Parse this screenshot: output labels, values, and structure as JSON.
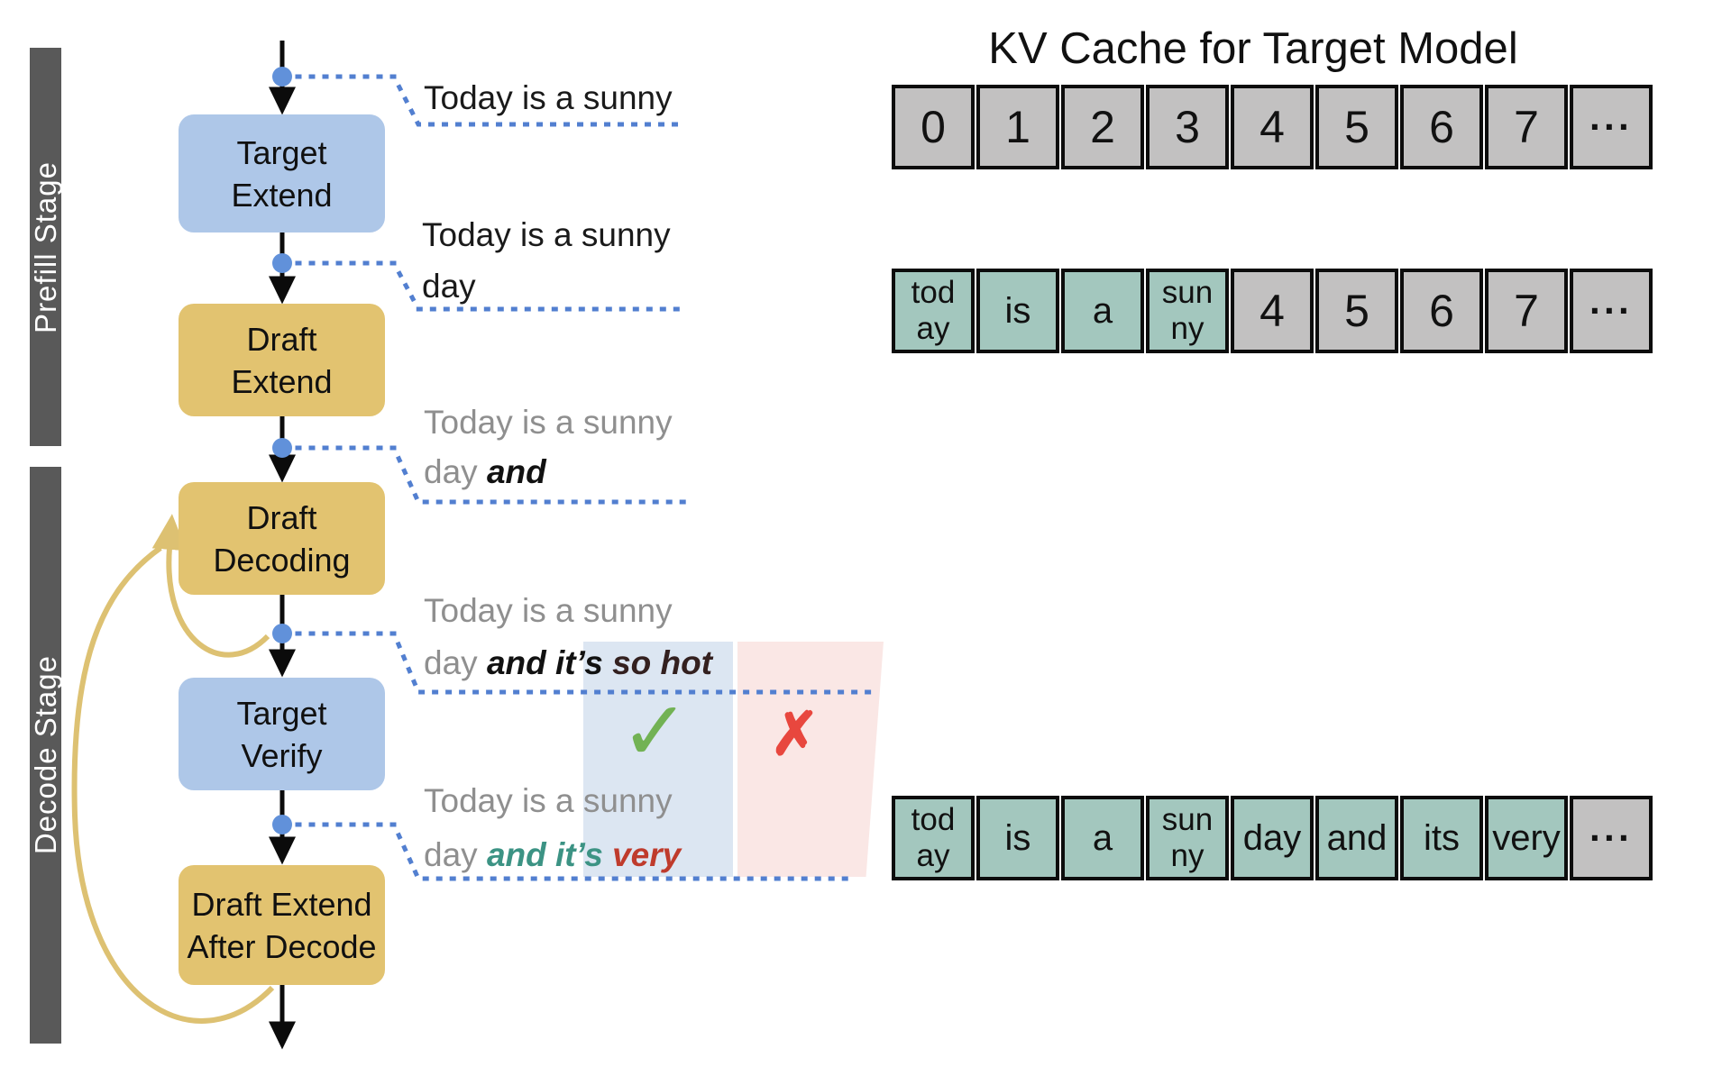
{
  "stage_bars": {
    "prefill": "Prefill Stage",
    "decode": "Decode Stage"
  },
  "flow_boxes": {
    "target_extend": {
      "line1": "Target",
      "line2": "Extend"
    },
    "draft_extend": {
      "line1": "Draft",
      "line2": "Extend"
    },
    "draft_decoding": {
      "line1": "Draft",
      "line2": "Decoding"
    },
    "target_verify": {
      "line1": "Target",
      "line2": "Verify"
    },
    "draft_extend_after_decode": {
      "line1": "Draft Extend",
      "line2": "After Decode"
    }
  },
  "annotations": {
    "after_input": {
      "line1": "Today is a sunny"
    },
    "after_target_extend": {
      "line1": "Today is a sunny",
      "line2": "day"
    },
    "after_draft_extend": {
      "line1": "Today is a sunny",
      "line2_prefix": "day ",
      "line2_new": "and"
    },
    "after_draft_decoding": {
      "line1": "Today is a sunny",
      "line2_prefix": "day ",
      "line2_accepted": "and it’s ",
      "line2_rejected": "so hot"
    },
    "after_target_verify": {
      "line1": "Today is a sunny",
      "line2_prefix": "day ",
      "line2_accepted": "and it’s ",
      "line2_rejected": "very"
    }
  },
  "verdict": {
    "accept_icon": "✓",
    "reject_icon": "✗"
  },
  "kv_cache": {
    "title": "KV Cache for Target Model",
    "rows": [
      {
        "cells": [
          "0",
          "1",
          "2",
          "3",
          "4",
          "5",
          "6",
          "7",
          "···"
        ]
      },
      {
        "cells": [
          "tod\nay",
          "is",
          "a",
          "sun\nny",
          "4",
          "5",
          "6",
          "7",
          "···"
        ]
      },
      {
        "cells": [
          "tod\nay",
          "is",
          "a",
          "sun\nny",
          "day",
          "and",
          "its",
          "very",
          "···"
        ]
      }
    ]
  },
  "colors": {
    "box_blue": "#aec7e8",
    "box_gold": "#e2c370",
    "stage_bar": "#595959",
    "cell_gray": "#c2c1c1",
    "cell_teal": "#a3c7be",
    "callout_dotted": "#527fd0",
    "callout_dot": "#6191da",
    "gray_text": "#8f8f8f",
    "accept_highlight": "#dce6f2",
    "reject_highlight": "#fae7e5",
    "accept_text": "#3c9384",
    "reject_text": "#bf3b2c",
    "check_green": "#72b254",
    "cross_red": "#e8473e",
    "loop_yellow": "#ddc172"
  }
}
